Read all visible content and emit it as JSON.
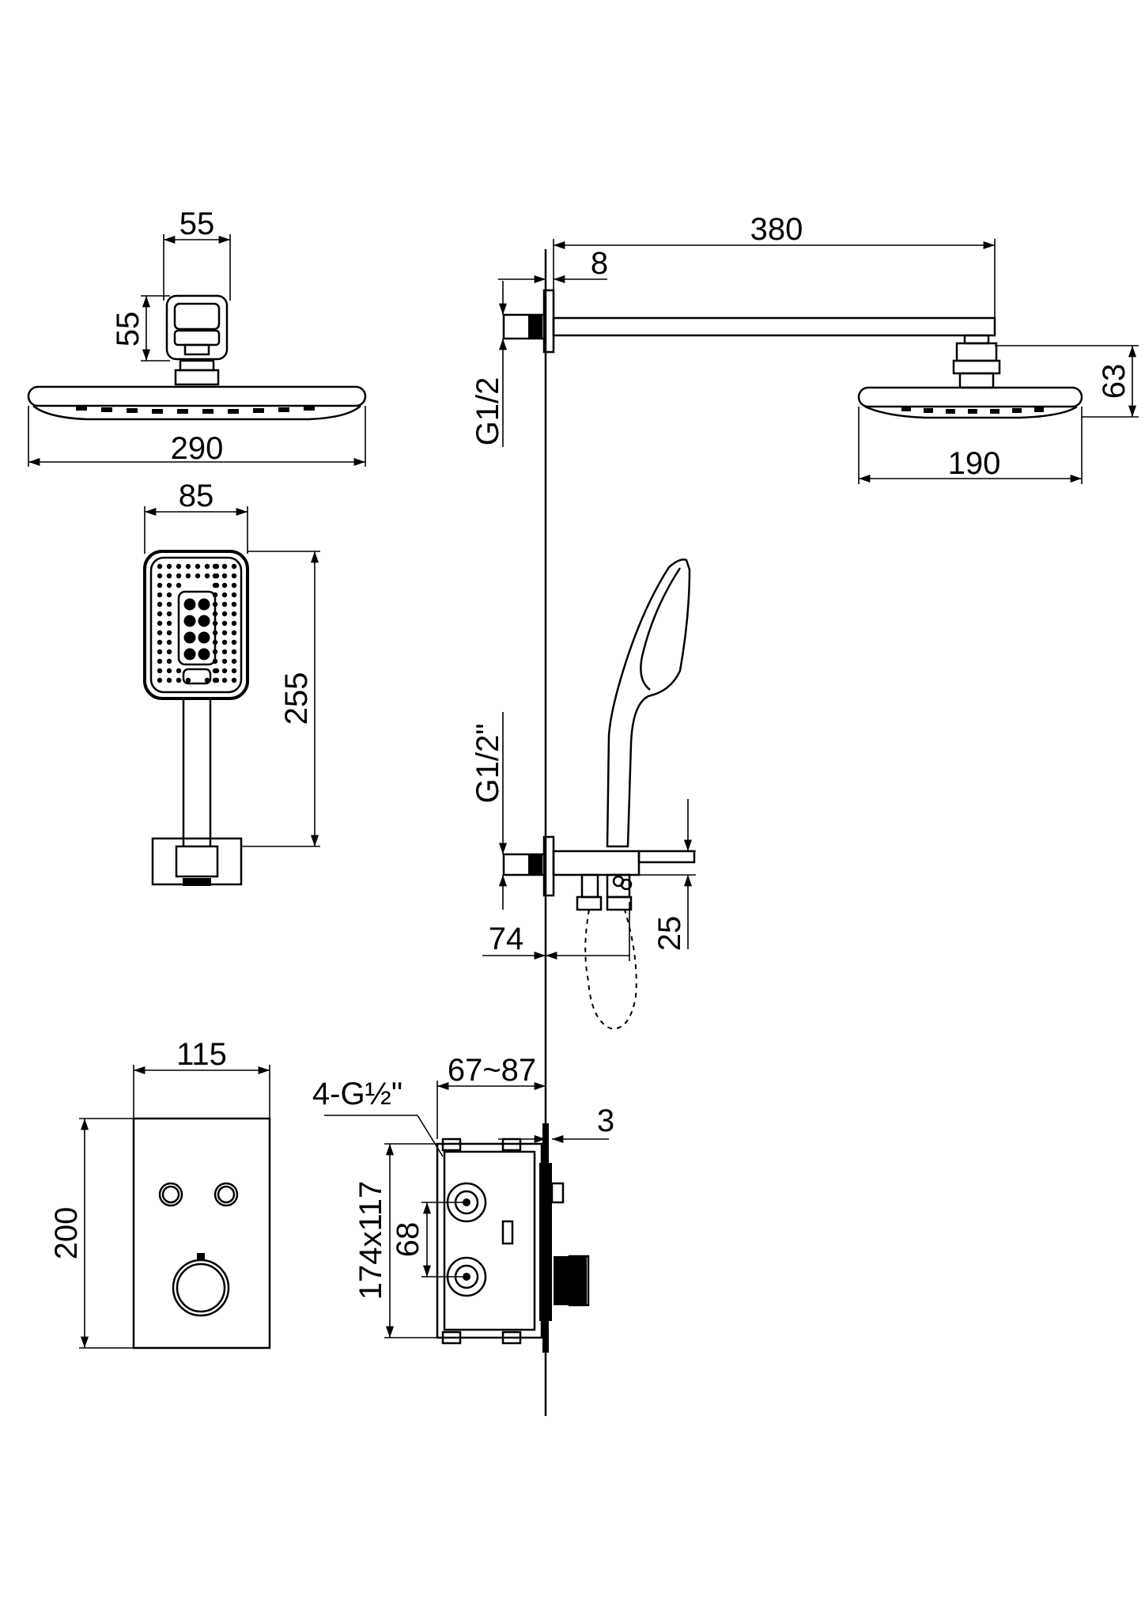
{
  "dimensions": {
    "head_connector_width": "55",
    "head_connector_height": "55",
    "head_width_top": "290",
    "arm_length": "380",
    "arm_flange": "8",
    "thread_arm": "G1/2",
    "head_height_side": "63",
    "head_width_side": "190",
    "hand_width": "85",
    "hand_length": "255",
    "thread_hand": "G1/2\"",
    "holder_depth": "74",
    "holder_height": "25",
    "panel_width": "115",
    "panel_height": "200",
    "box_ports": "4-G½\"",
    "box_depth": "67~87",
    "plate_thickness": "3",
    "box_size": "174x117",
    "port_spacing": "68"
  }
}
